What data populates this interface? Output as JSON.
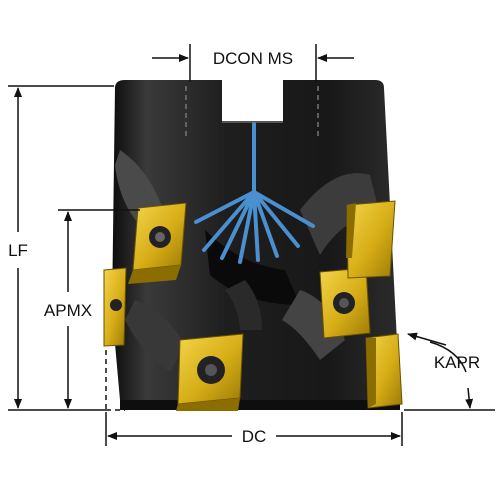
{
  "dimensions": {
    "dcon_ms": "DCON MS",
    "lf": "LF",
    "apmx": "APMX",
    "kapr": "KAPR",
    "dc": "DC"
  },
  "colors": {
    "body": "#1c1c1c",
    "insert": "#d9b21b",
    "coolant": "#4a8fd0",
    "lines": "#111111"
  }
}
